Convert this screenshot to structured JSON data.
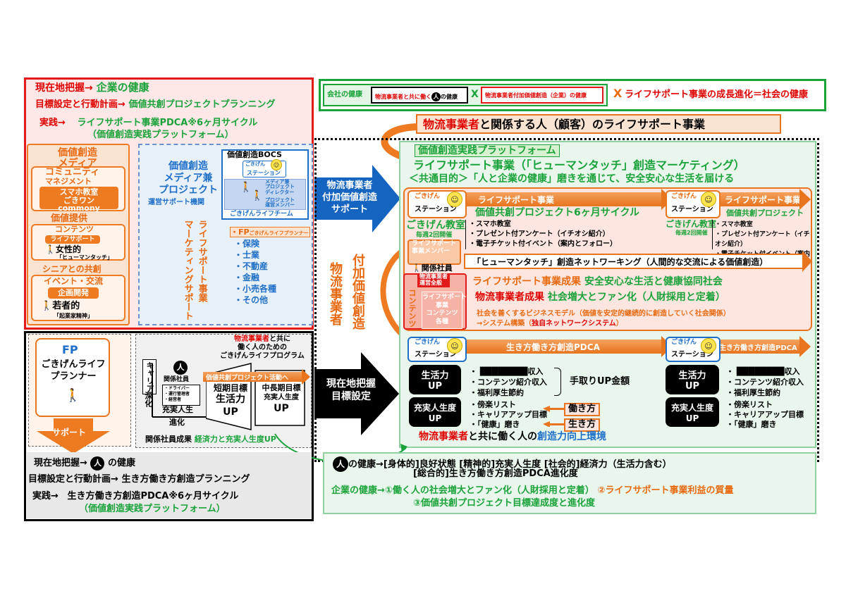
{
  "left_top": {
    "l1_a": "現在地把握→",
    "l1_b": "企業の健康",
    "l2_a": "目標設定と行動計画→",
    "l2_b": "価値共創プロジェクトプランニング",
    "l3_a": "実践→",
    "l3_b": "ライフサポート事業PDCA※6ヶ月サイクル",
    "l3_c": "（価値創造実践プラットフォーム）"
  },
  "media_col": {
    "title1": "価値創造",
    "title2": "メディア",
    "community": "コミュニティ",
    "management": "マネジメント",
    "sumaho": "スマホ教室",
    "gokigen_one": "ごきワン",
    "commony": "commony",
    "value_offer": "価値提供",
    "contents": "コンテンツ",
    "lifesupport": "ライフサポート",
    "josei": "女性的",
    "human_touch": "「ヒューマンタッチ」",
    "senior": "シニアとの共創",
    "event": "イベント・交流",
    "kikaku": "企画開発",
    "wakamono": "若者的",
    "kigyoka": "「起業家精神」"
  },
  "project_col": {
    "t1": "価値創造",
    "t2": "メディア兼",
    "t3": "プロジェクト",
    "t4": "運営サポート機関",
    "bocs": "価値創造BOCS",
    "gokigen": "ごきげん",
    "station": "ステーション",
    "media_pd": "メディア兼",
    "project_director": "プロジェクト",
    "director": "ディレクター",
    "project_member": "プロジェクト",
    "unei_member": "運営メンバー",
    "lifeteam": "ごきげんライフチーム",
    "vert1": "マーケティングサポート",
    "vert2": "ライフサポート事業",
    "fp_item": "・FP",
    "fp_sub": "ごきげんライフプランナー",
    "items": [
      "・保険",
      "・士業",
      "・不動産",
      "・金融",
      "・小売各種",
      "・その他"
    ]
  },
  "blue_arrow": {
    "l1": "物流事業者",
    "l2": "付加価値創造",
    "l3": "サポート"
  },
  "vertical_mid": {
    "col1": "物流事業者",
    "col2": "付加価値創造"
  },
  "legend": {
    "company": "会社の健康",
    "box1": "物流事業者と共に働く",
    "box1_b": "の健康",
    "person": "人",
    "x": "X",
    "box2": "物流事業者付加価値創造（企業）の健康",
    "x2": "X",
    "right": "ライフサポート事業の成長進化＝社会の健康"
  },
  "header2": {
    "a": "物流事業者",
    "b": "と関係する人（顧客）のライフサポート事業"
  },
  "platform": "価値創造実践プラットフォーム",
  "lifesupport_title": "ライフサポート事業（「ヒューマンタッチ」創造マーケティング）",
  "common_goal": "＜共通目的＞「人と企業の健康」磨きを通じて、安全安心な生活を届ける",
  "row1": {
    "gokigen": "ごきげん",
    "station": "ステーション",
    "arrow1": "ライフサポート事業",
    "arrow2": "ライフサポート事業",
    "pdca1": "価値共創プロジェクト6ヶ月サイクル",
    "pdca2": "価値共創プロジェクト",
    "class": "ごきげん教室",
    "freq": "毎週2回開催",
    "list": [
      "・スマホ教室",
      "・プレゼント付アンケート（イチオシ紹介）",
      "・電子チケット付イベント（案内とフォロー）"
    ],
    "list2": [
      "・スマホ教室",
      "・プレゼント付アンケート（イチオシ紹介）",
      "・電子チケット付イベント（案内とフォロー）"
    ]
  },
  "member": {
    "a": "ライフサポート",
    "b": "事業メンバー",
    "c": "関係社員"
  },
  "network": "「ヒューマンタッチ」創造ネットワーキング（人間的な交流による価値創造）",
  "contents_box": {
    "butsu": "物流事業者",
    "unei": "運営全般",
    "side": "コンテンツ",
    "l1": "ライフサポート",
    "l2": "事業",
    "l3": "コンテンツ",
    "l4": "各種"
  },
  "result": {
    "a": "ライフサポート事業成果",
    "b": "安全安心な生活と健康協同社会",
    "c": "物流事業者成果",
    "d": "社会増大とファン化（人財採用と定着）",
    "e": "社会を善くするビジネスモデル（価値を安定的継続的に創造していく社会関係）",
    "f": "→システム構築（",
    "g": "独自ネットワークシステム",
    "h": "）"
  },
  "pdca": {
    "gokigen": "ごきげん",
    "station": "ステーション",
    "arrow1": "生き方働き方創造PDCA",
    "arrow2": "生き方働き方創造PDCA",
    "seikatsu": "生活力",
    "up": "UP",
    "jujitsu": "充実人生度",
    "income_items": [
      "・ ████████収入",
      "・コンテンツ紹介収入",
      "・福利厚生節約"
    ],
    "income_items2": [
      "・ ████████収入",
      "・コンテンツ紹介収入",
      "・福利厚生節約"
    ],
    "tedori": "手取りUP金額",
    "career_items": [
      "・傍楽リスト",
      "・キャリアアップ目標",
      "・「健康」磨き"
    ],
    "career_items2": [
      "・傍楽リスト",
      "・キャリアアップ目標",
      "・「健康」磨き"
    ],
    "hataraki": "働き方",
    "ikikata": "生き方",
    "footer_a": "物流事業者",
    "footer_b": "と共に働く人の",
    "footer_c": "創造力向上環境"
  },
  "fp_box": {
    "fp": "FP",
    "l2": "ごきげんライフ",
    "l3": "プランナー",
    "support": "サポート"
  },
  "program": {
    "title_a": "物流事業者",
    "title_b": "と共に",
    "title_c": "働く人のための",
    "title_d": "ごきげんライフプログラム",
    "career": "キャリア",
    "shinka1": "深化",
    "person": "人",
    "kankei": "関係社員",
    "drivers": [
      "・ドライバー",
      "・運行管理者",
      "・経営者"
    ],
    "jujitsu": "充実人生",
    "shinka2": "進化",
    "project_arrow": "価値共創プロジェクト活動へ",
    "short1": "短期目標",
    "short2": "生活力",
    "short3": "UP",
    "mid1": "中長期目標",
    "mid2": "充実人生度",
    "mid3": "UP",
    "result_a": "関係社員成果",
    "result_b": "経済力と充実人生度UP"
  },
  "black_arrow": {
    "l1": "現在地把握",
    "l2": "目標設定"
  },
  "bottom_left": {
    "l1_a": "現在地把握→",
    "l1_person": "人",
    "l1_b": "の健康",
    "l2_a": "目標設定と行動計画→",
    "l2_b": "生き方働き方創造プランニング",
    "l3_a": "実践→",
    "l3_b": "生き方働き方創造PDCA※6ヶ月サイクル",
    "l3_c": "（価値創造実践プラットフォーム）"
  },
  "bottom_right": {
    "person": "人",
    "health_a": "の健康→[身体的]良好状態 [精神的]充実人生度 [社会的]経済力（生活力含む）",
    "health_b": "[総合的]生き方働き方創造PDCA進化度",
    "corp_a": "企業の健康→①働く人の社会増大とファン化（人財採用と定着）",
    "corp_b": "②ライフサポート事業利益の質量",
    "corp_c": "③価値共創プロジェクト目標達成度と進化度"
  },
  "colors": {
    "red": "#e00000",
    "orange": "#e86a10",
    "green": "#1aa33a",
    "blue": "#1e6fc8"
  }
}
